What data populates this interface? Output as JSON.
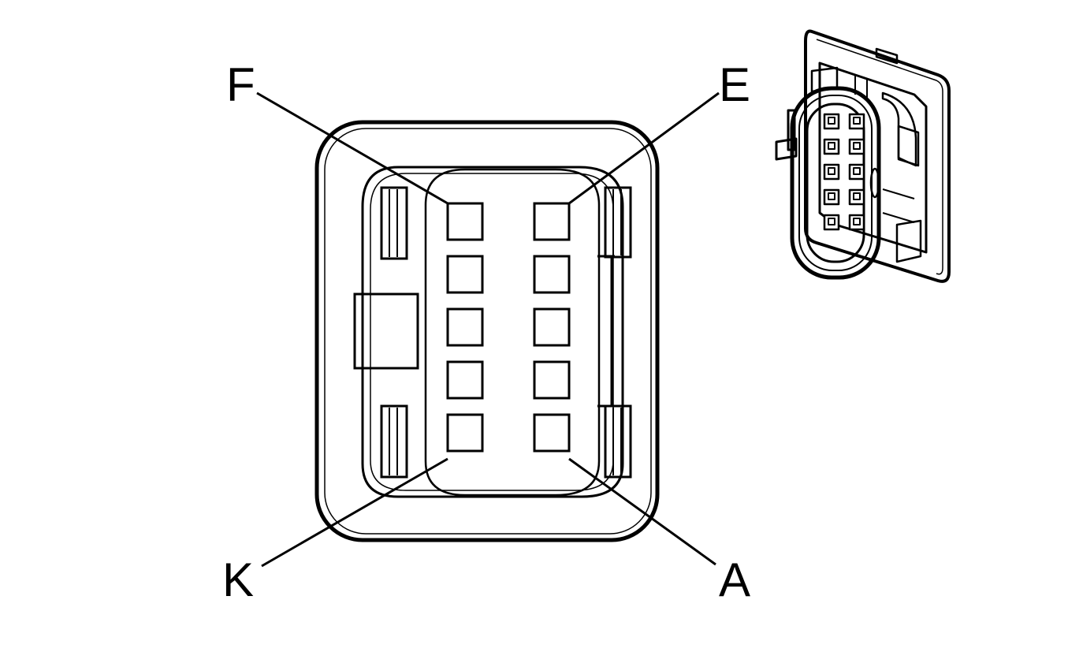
{
  "diagram": {
    "pin_labels": {
      "top_left": "F",
      "top_right": "E",
      "bottom_left": "K",
      "bottom_right": "A"
    },
    "pin_rows": 5,
    "pin_columns": 2,
    "colors": {
      "ink": "#000000",
      "background": "#ffffff"
    }
  }
}
